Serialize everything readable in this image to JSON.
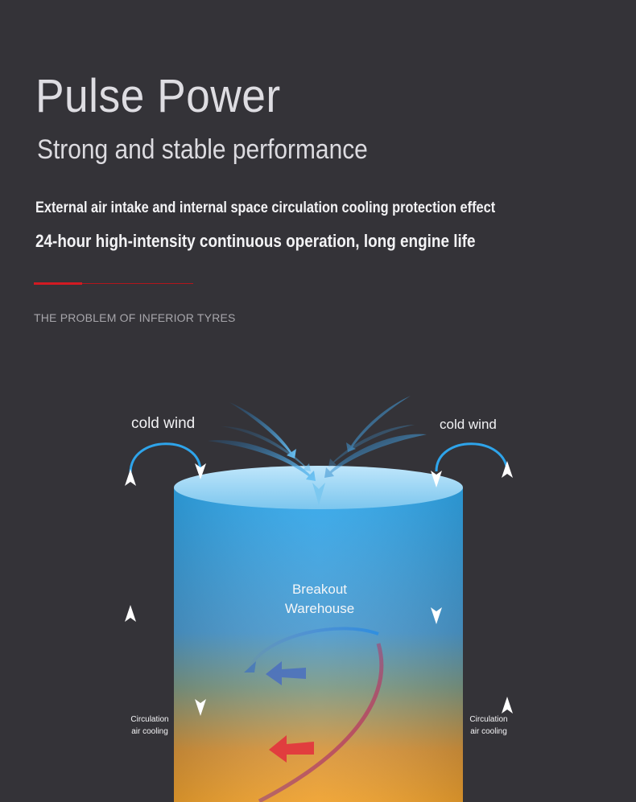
{
  "header": {
    "title": "Pulse Power",
    "subtitle": "Strong and stable performance",
    "description_line1": "External air intake and internal space circulation cooling protection effect",
    "description_line2": "24-hour high-intensity continuous operation, long engine life"
  },
  "section": {
    "label": "THE PROBLEM OF INFERIOR TYRES"
  },
  "diagram": {
    "left_wind_label": "cold wind",
    "right_wind_label": "cold wind",
    "center_label_line1": "Breakout",
    "center_label_line2": "Warehouse",
    "left_side_label_line1": "Circulation",
    "left_side_label_line2": "air cooling",
    "right_side_label_line1": "Circulation",
    "right_side_label_line2": "air cooling"
  },
  "colors": {
    "background": "#343338",
    "accent": "#d21a22",
    "cool": "#2f9fe0",
    "warm": "#f0a030",
    "hot": "#e02a3a"
  }
}
